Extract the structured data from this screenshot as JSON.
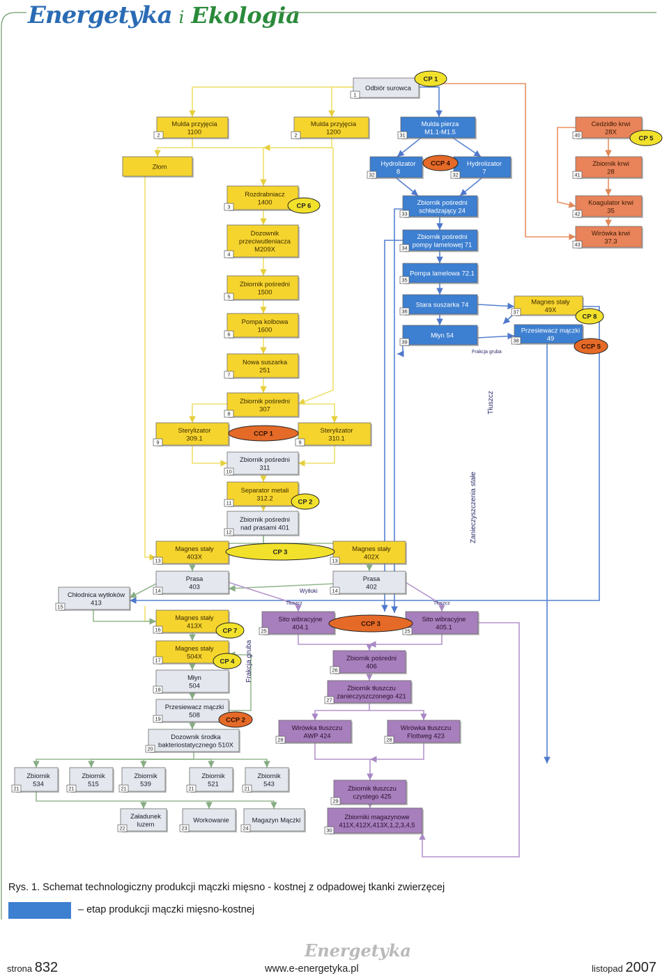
{
  "header": {
    "brand_energetyka": "Energetyka",
    "brand_i": "i",
    "brand_ekologia": "Ekologia"
  },
  "colors": {
    "yellow": "#f6d42e",
    "blue": "#3d7fd0",
    "orange": "#e8835a",
    "gray": "#e4e8ee",
    "purple": "#a77fbc",
    "ccp_oval": "#e56a28",
    "cp_oval": "#f2e12a",
    "yellow_line": "#eedf6a",
    "blue_line": "#5580d0",
    "orange_line": "#e89060",
    "green_line": "#95b890",
    "purple_line": "#b494cc"
  },
  "diagram": {
    "boxes": [
      {
        "id": "b1",
        "num": "1",
        "lines": [
          "Odbiór surowca"
        ],
        "color": "gray"
      },
      {
        "id": "b2a",
        "num": "2",
        "lines": [
          "Mulda przyjęcia",
          "1100"
        ],
        "color": "yellow"
      },
      {
        "id": "b2b",
        "num": "2",
        "lines": [
          "Mulda przyjęcia",
          "1200"
        ],
        "color": "yellow"
      },
      {
        "id": "b31",
        "num": "31",
        "lines": [
          "Mulda pierza",
          "M1.1-M1.5"
        ],
        "color": "blue"
      },
      {
        "id": "b40",
        "num": "40",
        "lines": [
          "Cedzidło krwi",
          "28X"
        ],
        "color": "orange"
      },
      {
        "id": "bzlom",
        "num": "",
        "lines": [
          "Złom"
        ],
        "color": "yellow"
      },
      {
        "id": "b32a",
        "num": "32",
        "lines": [
          "Hydrolizator",
          "8"
        ],
        "color": "blue"
      },
      {
        "id": "b32b",
        "num": "32",
        "lines": [
          "Hydrolizator",
          "7"
        ],
        "color": "blue"
      },
      {
        "id": "b41",
        "num": "41",
        "lines": [
          "Zbiornik krwi",
          "28"
        ],
        "color": "orange"
      },
      {
        "id": "b3",
        "num": "3",
        "lines": [
          "Rozdrabniacz",
          "1400"
        ],
        "color": "yellow"
      },
      {
        "id": "b33",
        "num": "33",
        "lines": [
          "Zbiornik pośredni",
          "schładzający 24"
        ],
        "color": "blue"
      },
      {
        "id": "b42",
        "num": "42",
        "lines": [
          "Koagulator krwi",
          "35"
        ],
        "color": "orange"
      },
      {
        "id": "b4",
        "num": "4",
        "lines": [
          "Dozownik",
          "przeciwutleniacza",
          "M209X"
        ],
        "color": "yellow"
      },
      {
        "id": "b34",
        "num": "34",
        "lines": [
          "Zbiornik pośredni",
          "pompy lamelowej 71"
        ],
        "color": "blue"
      },
      {
        "id": "b43",
        "num": "43",
        "lines": [
          "Wirówka krwi",
          "37.3"
        ],
        "color": "orange"
      },
      {
        "id": "b35",
        "num": "35",
        "lines": [
          "Pompa lamelowa 72.1"
        ],
        "color": "blue"
      },
      {
        "id": "b5",
        "num": "5",
        "lines": [
          "Zbiornik pośredni",
          "1500"
        ],
        "color": "yellow"
      },
      {
        "id": "b36",
        "num": "36",
        "lines": [
          "Stara suszarka 74"
        ],
        "color": "blue"
      },
      {
        "id": "b37",
        "num": "37",
        "lines": [
          "Magnes stały",
          "49X"
        ],
        "color": "yellow"
      },
      {
        "id": "b6",
        "num": "6",
        "lines": [
          "Pompa kolbowa",
          "1600"
        ],
        "color": "yellow"
      },
      {
        "id": "b39",
        "num": "39",
        "lines": [
          "Młyn 54"
        ],
        "color": "blue"
      },
      {
        "id": "b38",
        "num": "38",
        "lines": [
          "Przesiewacz mączki",
          "49"
        ],
        "color": "blue"
      },
      {
        "id": "b7",
        "num": "7",
        "lines": [
          "Nowa suszarka",
          "251"
        ],
        "color": "yellow"
      },
      {
        "id": "b8",
        "num": "8",
        "lines": [
          "Zbiornik pośredni",
          "307"
        ],
        "color": "yellow"
      },
      {
        "id": "b9a",
        "num": "9",
        "lines": [
          "Sterylizator",
          "309.1"
        ],
        "color": "yellow"
      },
      {
        "id": "b9b",
        "num": "9",
        "lines": [
          "Sterylizator",
          "310.1"
        ],
        "color": "yellow"
      },
      {
        "id": "b10",
        "num": "10",
        "lines": [
          "Zbiornik pośredni",
          "311"
        ],
        "color": "gray"
      },
      {
        "id": "b11",
        "num": "11",
        "lines": [
          "Separator metali",
          "312.2"
        ],
        "color": "yellow"
      },
      {
        "id": "b12",
        "num": "12",
        "lines": [
          "Zbiornik pośredni",
          "nad prasami 401"
        ],
        "color": "gray"
      },
      {
        "id": "b13a",
        "num": "13",
        "lines": [
          "Magnes stały",
          "403X"
        ],
        "color": "yellow"
      },
      {
        "id": "b13b",
        "num": "13",
        "lines": [
          "Magnes stały",
          "402X"
        ],
        "color": "yellow"
      },
      {
        "id": "b14a",
        "num": "14",
        "lines": [
          "Prasa",
          "403"
        ],
        "color": "gray"
      },
      {
        "id": "b14b",
        "num": "14",
        "lines": [
          "Prasa",
          "402"
        ],
        "color": "gray"
      },
      {
        "id": "b15",
        "num": "15",
        "lines": [
          "Chłodnica wytłoków",
          "413"
        ],
        "color": "gray"
      },
      {
        "id": "b16",
        "num": "16",
        "lines": [
          "Magnes stały",
          "413X"
        ],
        "color": "yellow"
      },
      {
        "id": "b25a",
        "num": "25",
        "lines": [
          "Sito wibracyjne",
          "404.1"
        ],
        "color": "purple"
      },
      {
        "id": "b25b",
        "num": "25",
        "lines": [
          "Sito wibracyjne",
          "405.1"
        ],
        "color": "purple"
      },
      {
        "id": "b17",
        "num": "17",
        "lines": [
          "Magnes stały",
          "504X"
        ],
        "color": "yellow"
      },
      {
        "id": "b26",
        "num": "26",
        "lines": [
          "Zbiornik pośredni",
          "406"
        ],
        "color": "purple"
      },
      {
        "id": "b18",
        "num": "18",
        "lines": [
          "Młyn",
          "504"
        ],
        "color": "gray"
      },
      {
        "id": "b27",
        "num": "27",
        "lines": [
          "Zbiornik tłuszczu",
          "zanieczyszczonego 421"
        ],
        "color": "purple"
      },
      {
        "id": "b19",
        "num": "19",
        "lines": [
          "Przesiewacz mączki",
          "508"
        ],
        "color": "gray"
      },
      {
        "id": "b20",
        "num": "20",
        "lines": [
          "Dozownik środka",
          "bakteriostatycznego 510X"
        ],
        "color": "gray"
      },
      {
        "id": "b28a",
        "num": "28",
        "lines": [
          "Wirówka tłuszczu",
          "AWP 424"
        ],
        "color": "purple"
      },
      {
        "id": "b28b",
        "num": "28",
        "lines": [
          "Wirówka tłuszczu",
          "Flottweg 423"
        ],
        "color": "purple"
      },
      {
        "id": "b21a",
        "num": "21",
        "lines": [
          "Zbiornik",
          "534"
        ],
        "color": "gray"
      },
      {
        "id": "b21b",
        "num": "21",
        "lines": [
          "Zbiornik",
          "515"
        ],
        "color": "gray"
      },
      {
        "id": "b21c",
        "num": "21",
        "lines": [
          "Zbiornik",
          "539"
        ],
        "color": "gray"
      },
      {
        "id": "b21d",
        "num": "21",
        "lines": [
          "Zbiornik",
          "521"
        ],
        "color": "gray"
      },
      {
        "id": "b21e",
        "num": "21",
        "lines": [
          "Zbiornik",
          "543"
        ],
        "color": "gray"
      },
      {
        "id": "b29",
        "num": "29",
        "lines": [
          "Zbiornik tłuszczu",
          "czystego 425"
        ],
        "color": "purple"
      },
      {
        "id": "b22",
        "num": "22",
        "lines": [
          "Załadunek",
          "luzem"
        ],
        "color": "gray"
      },
      {
        "id": "b23",
        "num": "23",
        "lines": [
          "Workowanie"
        ],
        "color": "gray"
      },
      {
        "id": "b24",
        "num": "24",
        "lines": [
          "Magazyn Mączki"
        ],
        "color": "gray"
      },
      {
        "id": "b30",
        "num": "30",
        "lines": [
          "Zbiorniki magazynowe",
          "411X,412X,413X,1,2,3,4,5"
        ],
        "color": "purple"
      }
    ],
    "ovals": [
      {
        "id": "cp1",
        "label": "CP 1",
        "kind": "cp"
      },
      {
        "id": "cp5",
        "label": "CP 5",
        "kind": "cp"
      },
      {
        "id": "ccp4",
        "label": "CCP 4",
        "kind": "ccp"
      },
      {
        "id": "cp6",
        "label": "CP 6",
        "kind": "cp"
      },
      {
        "id": "cp8",
        "label": "CP 8",
        "kind": "cp"
      },
      {
        "id": "ccp5",
        "label": "CCP 5",
        "kind": "ccp"
      },
      {
        "id": "ccp1",
        "label": "CCP 1",
        "kind": "ccp"
      },
      {
        "id": "cp2",
        "label": "CP 2",
        "kind": "cp"
      },
      {
        "id": "cp3",
        "label": "CP 3",
        "kind": "cp"
      },
      {
        "id": "cp7",
        "label": "CP 7",
        "kind": "cp"
      },
      {
        "id": "ccp3",
        "label": "CCP 3",
        "kind": "ccp"
      },
      {
        "id": "cp4",
        "label": "CP 4",
        "kind": "cp"
      },
      {
        "id": "ccp2",
        "label": "CCP 2",
        "kind": "ccp"
      }
    ],
    "labels": [
      {
        "id": "l1",
        "text": "Frakcja gruba"
      },
      {
        "id": "l2",
        "text": "Tłuszcz"
      },
      {
        "id": "l3",
        "text": "Zanieczyszczenia stałe"
      },
      {
        "id": "l4",
        "text": "Wytłoki"
      },
      {
        "id": "l5",
        "text": "Tłuszcz"
      },
      {
        "id": "l6",
        "text": "Tłuszcz"
      },
      {
        "id": "l7",
        "text": "Frakcja gruba"
      }
    ]
  },
  "caption": {
    "text": "Rys. 1. Schemat technologiczny produkcji mączki mięsno - kostnej z odpadowej tkanki zwierzęcej",
    "legend_text": "–  etap produkcji mączki mięsno-kostnej"
  },
  "footer": {
    "page_label": "strona",
    "page_number": "832",
    "url": "www.e-energetyka.pl",
    "month": "listopad",
    "year": "2007",
    "logo": "Energetyka"
  }
}
